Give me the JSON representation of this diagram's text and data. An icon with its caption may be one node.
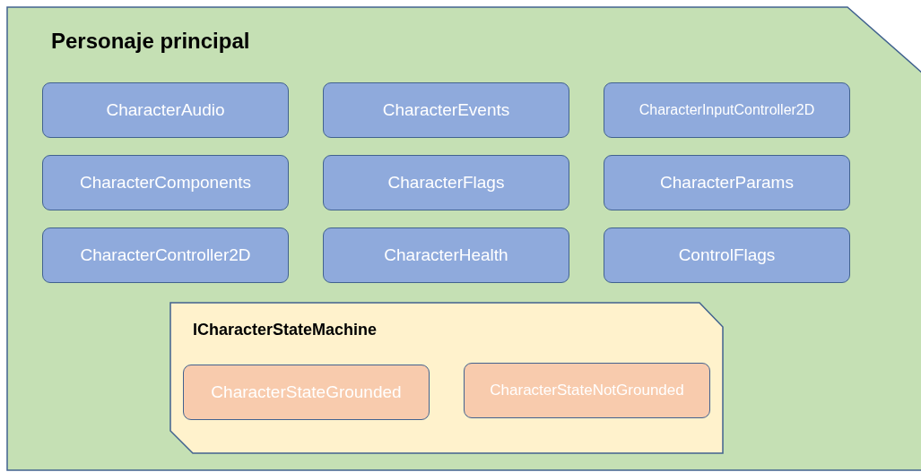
{
  "diagram": {
    "nodes": [
      {
        "text": [
          "Personaje principal"
        ]
      },
      {
        "text": [
          "CharacterAudio"
        ],
        "in": 0
      },
      {
        "text": [
          "CharacterEvents"
        ],
        "in": 0
      },
      {
        "text": [
          "CharacterInputController2D"
        ],
        "in": 0
      },
      {
        "text": [
          "CharacterComponents"
        ],
        "in": 0
      },
      {
        "text": [
          "CharacterFlags"
        ],
        "in": 0
      },
      {
        "text": [
          "CharacterParams"
        ],
        "in": 0
      },
      {
        "text": [
          "CharacterController2D"
        ],
        "in": 0
      },
      {
        "text": [
          "CharacterHealth"
        ],
        "in": 0
      },
      {
        "text": [
          "ControlFlags"
        ],
        "in": 0
      },
      {
        "text": [
          "ICharacterStateMachine"
        ],
        "in": 0
      },
      {
        "text": [
          "CharacterStateGrounded"
        ],
        "in": 10
      },
      {
        "text": [
          "CharacterStateNotGrounded"
        ],
        "in": 10
      }
    ]
  }
}
